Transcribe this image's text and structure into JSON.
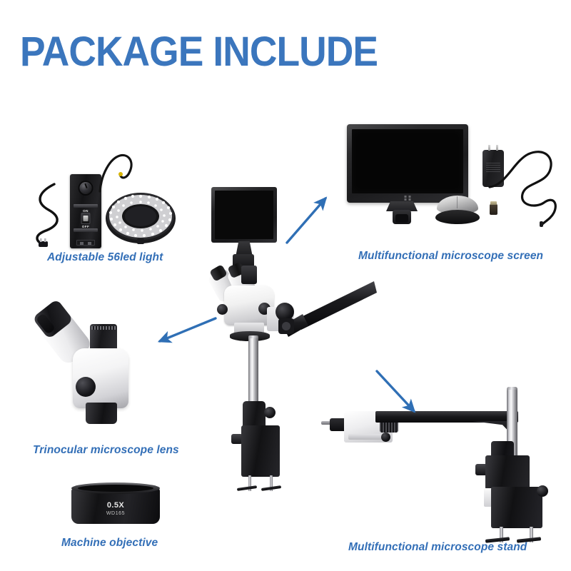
{
  "page": {
    "title": "PACKAGE INCLUDE",
    "background_color": "#ffffff",
    "accent_color": "#3b76bd",
    "caption_color": "#336fb7"
  },
  "items": [
    {
      "id": "adjustable-led-light",
      "label": "Adjustable 56led light",
      "parts": {
        "controller_switch_on": "ON",
        "controller_switch_off": "OFF"
      }
    },
    {
      "id": "microscope-screen",
      "label": "Multifunctional microscope screen"
    },
    {
      "id": "trinocular-lens",
      "label": "Trinocular microscope lens"
    },
    {
      "id": "machine-objective",
      "label": "Machine objective",
      "parts": {
        "magnification": "0.5X",
        "working_distance": "WD165"
      }
    },
    {
      "id": "microscope-stand",
      "label": "Multifunctional microscope stand"
    }
  ],
  "arrows": [
    {
      "id": "arrow-to-screen",
      "direction": "up-right",
      "color": "#2f6fb5"
    },
    {
      "id": "arrow-to-lens",
      "direction": "down-left",
      "color": "#2f6fb5"
    },
    {
      "id": "arrow-to-stand",
      "direction": "down-right",
      "color": "#2f6fb5"
    }
  ]
}
